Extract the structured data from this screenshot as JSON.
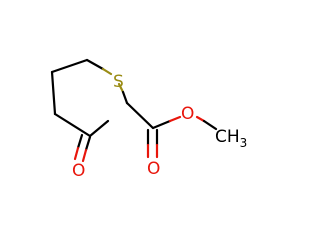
{
  "molecule": {
    "atoms": {
      "sulfur": "S",
      "ketone_oxygen": "O",
      "carbonyl_oxygen": "O",
      "ester_oxygen": "O",
      "methyl": {
        "main": "CH",
        "subscript": "3"
      }
    },
    "colors": {
      "bond": "#000000",
      "oxygen": "#e8160c",
      "sulfur": "#9a8c15"
    }
  }
}
